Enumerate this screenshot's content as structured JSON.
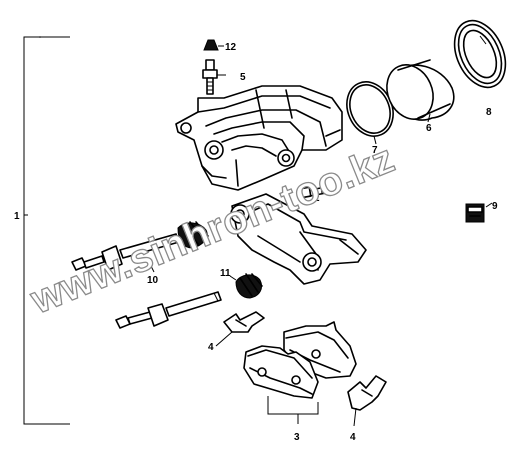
{
  "watermark": "www.sinhron-too.kz",
  "callouts": {
    "c1": "1",
    "c2": "2",
    "c3": "3",
    "c4a": "4",
    "c4b": "4",
    "c5": "5",
    "c6": "6",
    "c7": "7",
    "c8": "8",
    "c9": "9",
    "c10": "10",
    "c11": "11",
    "c12": "12"
  }
}
